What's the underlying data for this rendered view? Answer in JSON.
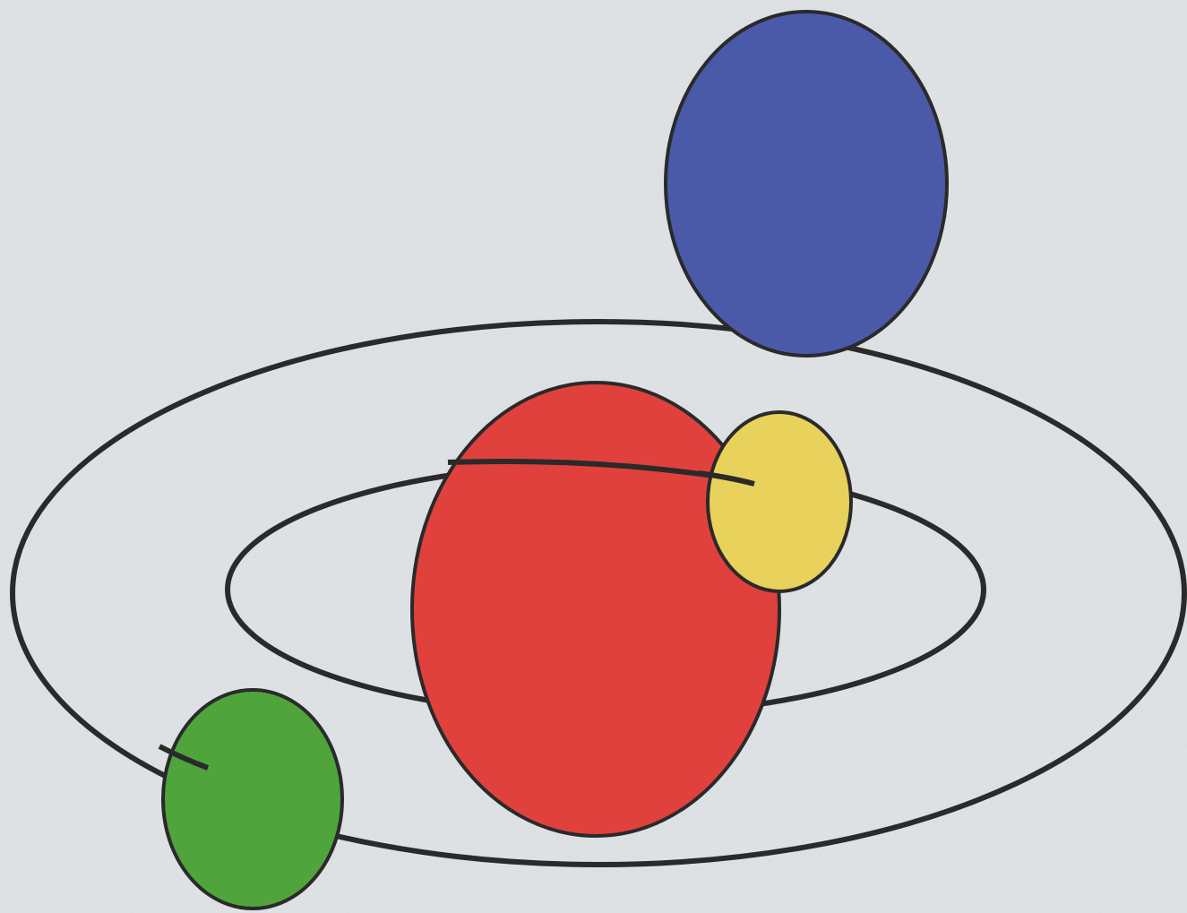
{
  "diagram": {
    "background_color": "#dfe3e6",
    "outline_color": "#2a2a2a",
    "bodies": [
      {
        "name": "blue-planet",
        "color": "#4a5aa8"
      },
      {
        "name": "red-sun",
        "color": "#e0413d"
      },
      {
        "name": "yellow-planet",
        "color": "#e8d25c"
      },
      {
        "name": "green-planet",
        "color": "#4fa43c"
      }
    ],
    "orbits": [
      {
        "name": "outer-orbit"
      },
      {
        "name": "inner-orbit"
      }
    ]
  }
}
